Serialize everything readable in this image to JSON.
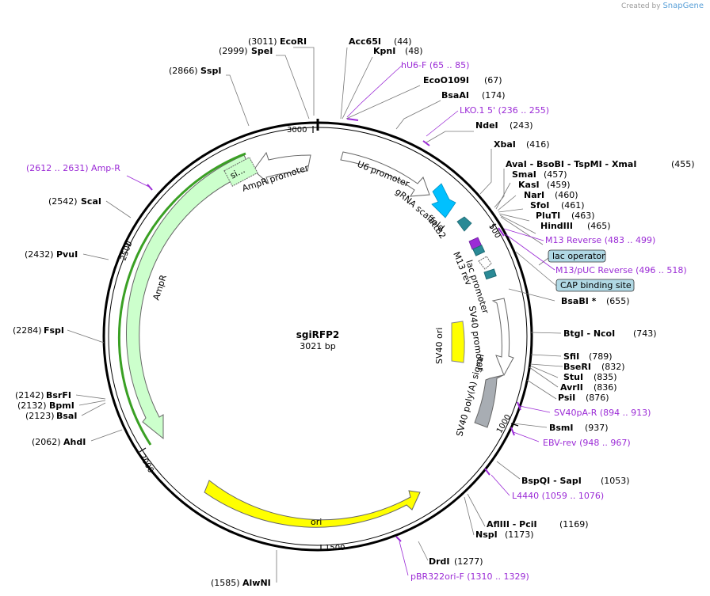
{
  "credit": {
    "prefix": "Created by",
    "brand": "SnapGene"
  },
  "plasmid": {
    "name": "sgiRFP2",
    "length_label": "3021 bp"
  },
  "ticks": [
    "3000",
    "500",
    "1000",
    "1500",
    "2000",
    "2500"
  ],
  "sites": [
    {
      "id": "ecori",
      "pos": "(3011)",
      "name": "EcoRI"
    },
    {
      "id": "spei",
      "pos": "(2999)",
      "name": "SpeI"
    },
    {
      "id": "sspi",
      "pos": "(2866)",
      "name": "SspI"
    },
    {
      "id": "acc65i",
      "name": "Acc65I",
      "pos": "(44)"
    },
    {
      "id": "kpni",
      "name": "KpnI",
      "pos": "(48)"
    },
    {
      "id": "ecoo109i",
      "name": "EcoO109I",
      "pos": "(67)"
    },
    {
      "id": "bsaai",
      "name": "BsaAI",
      "pos": "(174)"
    },
    {
      "id": "ndei",
      "name": "NdeI",
      "pos": "(243)"
    },
    {
      "id": "xbai",
      "name": "XbaI",
      "pos": "(416)"
    },
    {
      "id": "avai",
      "name": "AvaI  - BsoBI  - TspMI  - XmaI",
      "pos": "(455)"
    },
    {
      "id": "smai",
      "name": "SmaI",
      "pos": "(457)"
    },
    {
      "id": "kasi",
      "name": "KasI",
      "pos": "(459)"
    },
    {
      "id": "nari",
      "name": "NarI",
      "pos": "(460)"
    },
    {
      "id": "sfoi",
      "name": "SfoI",
      "pos": "(461)"
    },
    {
      "id": "pluti",
      "name": "PluTI",
      "pos": "(463)"
    },
    {
      "id": "hindiii",
      "name": "HindIII",
      "pos": "(465)"
    },
    {
      "id": "bsabi",
      "name": "BsaBI *",
      "pos": "(655)"
    },
    {
      "id": "btgi",
      "name": "BtgI  - NcoI",
      "pos": "(743)"
    },
    {
      "id": "sfii",
      "name": "SfiI",
      "pos": "(789)"
    },
    {
      "id": "bseri",
      "name": "BseRI",
      "pos": "(832)"
    },
    {
      "id": "stui",
      "name": "StuI",
      "pos": "(835)"
    },
    {
      "id": "avrii",
      "name": "AvrII",
      "pos": "(836)"
    },
    {
      "id": "psii",
      "name": "PsiI",
      "pos": "(876)"
    },
    {
      "id": "bsmi",
      "name": "BsmI",
      "pos": "(937)"
    },
    {
      "id": "bspqi",
      "name": "BspQI  - SapI",
      "pos": "(1053)"
    },
    {
      "id": "afliii",
      "name": "AflIII  - PciI",
      "pos": "(1169)"
    },
    {
      "id": "nspi",
      "name": "NspI",
      "pos": "(1173)"
    },
    {
      "id": "drdi",
      "name": "DrdI",
      "pos": "(1277)"
    },
    {
      "id": "alwni",
      "pos": "(1585)",
      "name": "AlwNI"
    },
    {
      "id": "ahdi",
      "pos": "(2062)",
      "name": "AhdI"
    },
    {
      "id": "bsai",
      "pos": "(2123)",
      "name": "BsaI"
    },
    {
      "id": "bpmi",
      "pos": "(2132)",
      "name": "BpmI"
    },
    {
      "id": "bsrfi",
      "pos": "(2142)",
      "name": "BsrFI"
    },
    {
      "id": "fspi",
      "pos": "(2284)",
      "name": "FspI"
    },
    {
      "id": "pvui",
      "pos": "(2432)",
      "name": "PvuI"
    },
    {
      "id": "scai",
      "pos": "(2542)",
      "name": "ScaI"
    }
  ],
  "primers": [
    {
      "id": "hu6f",
      "text": "hU6-F    (65 .. 85)"
    },
    {
      "id": "lko1",
      "text": "LKO.1 5'    (236 .. 255)"
    },
    {
      "id": "m13rev",
      "text": "M13 Reverse    (483 .. 499)"
    },
    {
      "id": "m13puc",
      "text": "M13/pUC Reverse    (496 .. 518)"
    },
    {
      "id": "sv40par",
      "text": "SV40pA-R    (894 .. 913)"
    },
    {
      "id": "ebvrev",
      "text": "EBV-rev    (948 .. 967)"
    },
    {
      "id": "l4440",
      "text": "L4440    (1059 .. 1076)"
    },
    {
      "id": "pbr322",
      "text": "pBR322ori-F    (1310 .. 1329)"
    },
    {
      "id": "ampr",
      "text": "(2612 .. 2631)  Amp-R"
    }
  ],
  "boxed_features": [
    {
      "id": "lac-operator",
      "text": "lac operator"
    },
    {
      "id": "cap-site",
      "text": "CAP binding site"
    }
  ],
  "features": [
    {
      "id": "u6",
      "text": "U6 promoter"
    },
    {
      "id": "grna",
      "text": "gRNA scaffold"
    },
    {
      "id": "attb2",
      "text": "attB2"
    },
    {
      "id": "m13r",
      "text": "M13 rev"
    },
    {
      "id": "lacp",
      "text": "lac promoter"
    },
    {
      "id": "sv40p",
      "text": "SV40 promoter"
    },
    {
      "id": "sv40ori",
      "text": "SV40 ori"
    },
    {
      "id": "sv40pa",
      "text": "SV40 poly(A) signal"
    },
    {
      "id": "ori",
      "text": "ori"
    },
    {
      "id": "amprp",
      "text": "AmpR promoter"
    },
    {
      "id": "ampr",
      "text": "AmpR"
    },
    {
      "id": "si",
      "text": "si..."
    }
  ],
  "colors": {
    "backbone": "#000000",
    "primer": "#9b2bd6",
    "ori": "#ffff00",
    "ampr": "#ccffcc",
    "grna": "#00c0ff",
    "attb": "#2a8a96",
    "sv40pa": "#a8adb3",
    "box": "#b0d8e4"
  }
}
